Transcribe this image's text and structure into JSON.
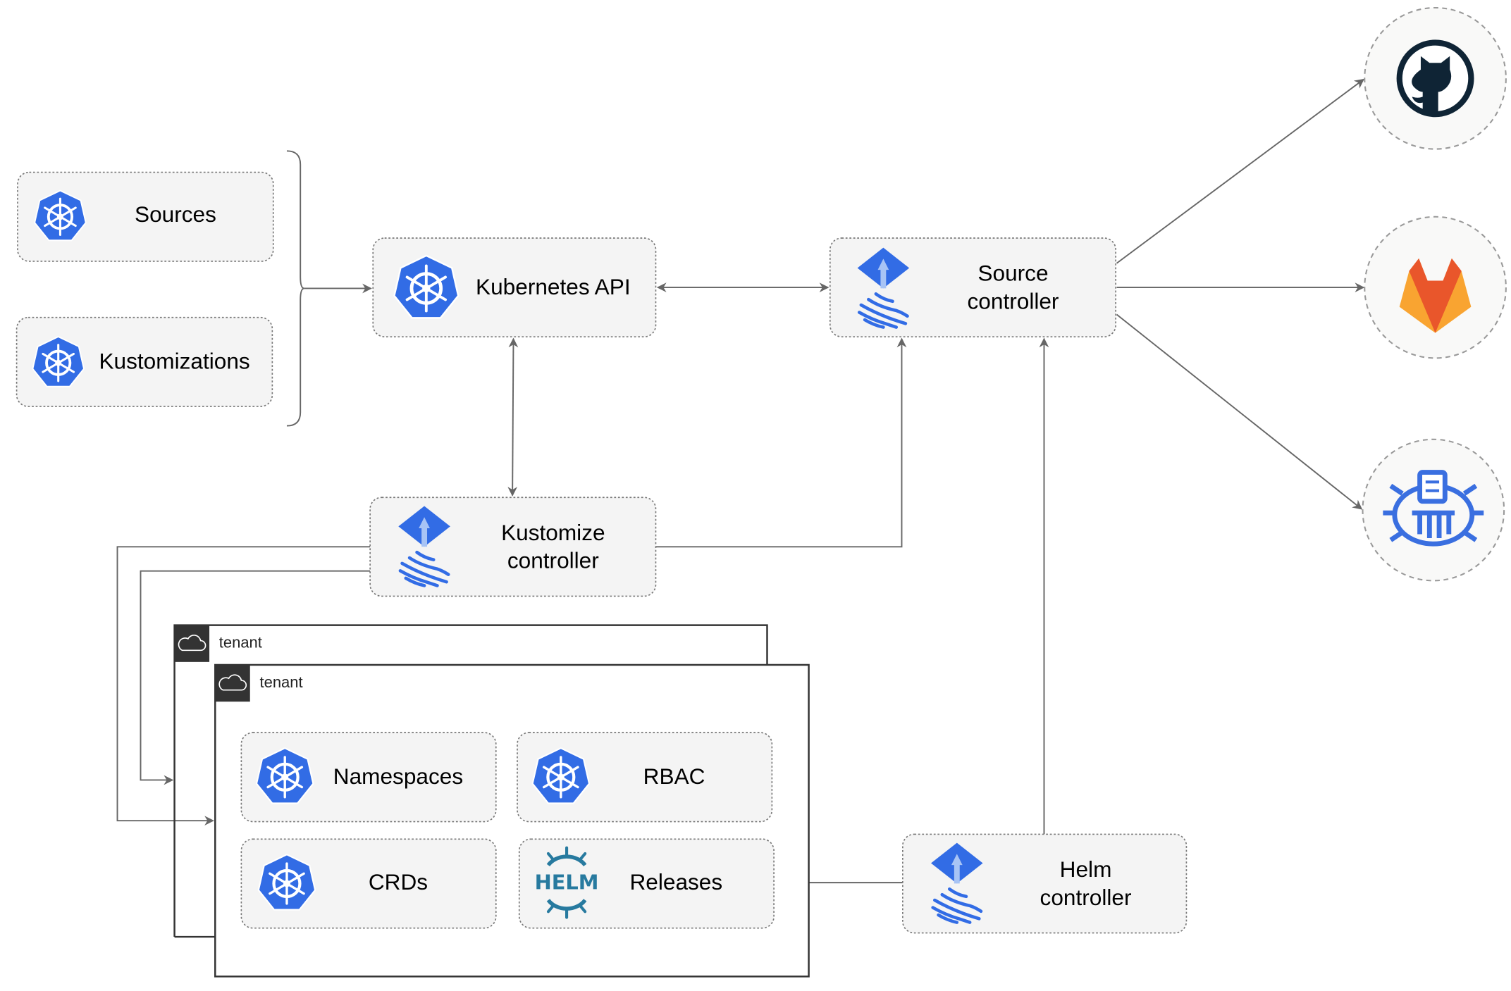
{
  "nodes": {
    "sources": "Sources",
    "kustomizations": "Kustomizations",
    "kubernetes_api": "Kubernetes API",
    "source_controller": [
      "Source",
      "controller"
    ],
    "kustomize_controller": [
      "Kustomize",
      "controller"
    ],
    "helm_controller": [
      "Helm",
      "controller"
    ],
    "namespaces": "Namespaces",
    "rbac": "RBAC",
    "crds": "CRDs",
    "releases": "Releases"
  },
  "tenants": [
    "tenant",
    "tenant"
  ],
  "icons": {
    "kubernetes": "kubernetes-icon",
    "flux": "flux-icon",
    "helm": "helm-icon",
    "helm_wordmark": "HELM",
    "external_sources": [
      "github-icon",
      "gitlab-icon",
      "bucket-icon"
    ]
  },
  "colors": {
    "kubernetes_blue": "#326ce5",
    "github_dark": "#0f2435",
    "gitlab_orange": "#e9562b",
    "gitlab_light": "#f9a431",
    "helm_blue": "#277a9f"
  }
}
